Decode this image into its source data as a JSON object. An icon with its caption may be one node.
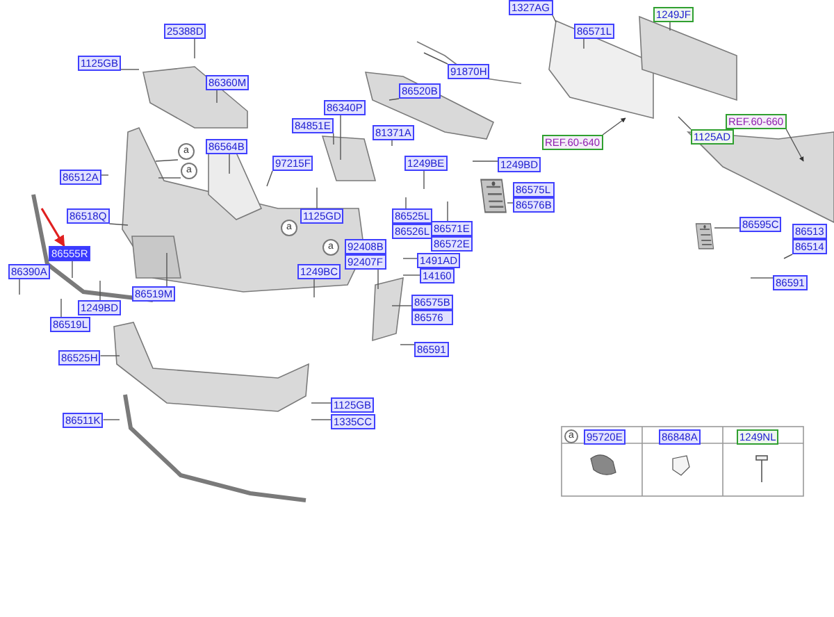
{
  "diagram": {
    "nodes": [
      {
        "text": [
          "1327AG"
        ]
      },
      {
        "text": [
          "1249JF"
        ]
      },
      {
        "text": [
          "25388D"
        ]
      },
      {
        "text": [
          "1125GB"
        ]
      },
      {
        "text": [
          "86571L"
        ]
      },
      {
        "text": [
          "91870H"
        ]
      },
      {
        "text": [
          "86360M"
        ]
      },
      {
        "text": [
          "86520B"
        ]
      },
      {
        "text": [
          "86340P"
        ]
      },
      {
        "text": [
          "84851E"
        ]
      },
      {
        "text": [
          "81371A"
        ]
      },
      {
        "text": [
          "REF.60-640"
        ]
      },
      {
        "text": [
          "REF.60-660"
        ]
      },
      {
        "text": [
          "1125AD"
        ]
      },
      {
        "text": [
          "86564B"
        ]
      },
      {
        "text": [
          "a"
        ]
      },
      {
        "text": [
          "a"
        ]
      },
      {
        "text": [
          "86512A"
        ]
      },
      {
        "text": [
          "97215F"
        ]
      },
      {
        "text": [
          "1249BE"
        ]
      },
      {
        "text": [
          "1249BD"
        ]
      },
      {
        "text": [
          "86575L",
          "86576B"
        ]
      },
      {
        "text": [
          "1125GD"
        ]
      },
      {
        "text": [
          "86518Q"
        ]
      },
      {
        "text": [
          "86525L",
          "86526L"
        ]
      },
      {
        "text": [
          "86571E",
          "86572E"
        ]
      },
      {
        "text": [
          "86595C"
        ]
      },
      {
        "text": [
          "86513",
          "86514"
        ]
      },
      {
        "text": [
          "a"
        ]
      },
      {
        "text": [
          "86555R"
        ]
      },
      {
        "text": [
          "a"
        ]
      },
      {
        "text": [
          "92408B",
          "92407F"
        ]
      },
      {
        "text": [
          "1249BC"
        ]
      },
      {
        "text": [
          "1491AD"
        ]
      },
      {
        "text": [
          "14160"
        ]
      },
      {
        "text": [
          "86390A"
        ]
      },
      {
        "text": [
          "86591"
        ]
      },
      {
        "text": [
          "86519M"
        ]
      },
      {
        "text": [
          "1249BD"
        ]
      },
      {
        "text": [
          "86575B",
          "86576"
        ]
      },
      {
        "text": [
          "86519L"
        ]
      },
      {
        "text": [
          "86591"
        ]
      },
      {
        "text": [
          "86525H"
        ]
      },
      {
        "text": [
          "1125GB"
        ]
      },
      {
        "text": [
          "1335CC"
        ]
      },
      {
        "text": [
          "86511K"
        ]
      },
      {
        "text": [
          "95720E"
        ]
      },
      {
        "text": [
          "86848A"
        ]
      },
      {
        "text": [
          "1249NL"
        ]
      },
      {
        "text": [],
        "shape": "picture"
      },
      {
        "text": [],
        "shape": "picture"
      }
    ],
    "edges": [
      {
        "from": 0,
        "to": null,
        "arrow": "none"
      },
      {
        "from": 1,
        "to": null,
        "arrow": "none"
      },
      {
        "from": 2,
        "to": null,
        "arrow": "none"
      },
      {
        "from": 3,
        "to": null,
        "arrow": "none"
      },
      {
        "from": 4,
        "to": null,
        "arrow": "none"
      },
      {
        "from": 5,
        "to": null,
        "arrow": "none"
      },
      {
        "from": 6,
        "to": null,
        "arrow": "none"
      },
      {
        "from": 7,
        "to": null,
        "arrow": "none"
      },
      {
        "from": 8,
        "to": null,
        "arrow": "none"
      },
      {
        "from": 9,
        "to": null,
        "arrow": "none"
      },
      {
        "from": 10,
        "to": null,
        "arrow": "none"
      },
      {
        "from": 11,
        "to": null,
        "arrow": "to"
      },
      {
        "from": 12,
        "to": null,
        "arrow": "to"
      },
      {
        "from": 13,
        "to": null,
        "arrow": "none"
      },
      {
        "from": 14,
        "to": null,
        "arrow": "none"
      },
      {
        "from": 15,
        "to": null,
        "arrow": "none"
      },
      {
        "from": 16,
        "to": null,
        "arrow": "none"
      },
      {
        "from": 17,
        "to": null,
        "arrow": "none"
      },
      {
        "from": 18,
        "to": null,
        "arrow": "none"
      },
      {
        "from": 19,
        "to": null,
        "arrow": "none"
      },
      {
        "from": 20,
        "to": null,
        "arrow": "none"
      },
      {
        "from": 21,
        "to": 49,
        "arrow": "none"
      },
      {
        "from": 22,
        "to": null,
        "arrow": "none"
      },
      {
        "from": 23,
        "to": null,
        "arrow": "none"
      },
      {
        "from": 24,
        "to": null,
        "arrow": "none"
      },
      {
        "from": 25,
        "to": null,
        "arrow": "none"
      },
      {
        "from": 26,
        "to": 50,
        "arrow": "none"
      },
      {
        "from": 27,
        "to": null,
        "arrow": "none"
      },
      {
        "from": 29,
        "to": null,
        "arrow": "none"
      },
      {
        "from": null,
        "to": 29,
        "arrow": "to",
        "color": "#e02020"
      },
      {
        "from": 31,
        "to": null,
        "arrow": "none"
      },
      {
        "from": 32,
        "to": null,
        "arrow": "none"
      },
      {
        "from": 33,
        "to": null,
        "arrow": "none"
      },
      {
        "from": 34,
        "to": null,
        "arrow": "none"
      },
      {
        "from": 35,
        "to": null,
        "arrow": "none"
      },
      {
        "from": 36,
        "to": null,
        "arrow": "none"
      },
      {
        "from": 37,
        "to": null,
        "arrow": "none"
      },
      {
        "from": 38,
        "to": null,
        "arrow": "none"
      },
      {
        "from": 39,
        "to": null,
        "arrow": "none"
      },
      {
        "from": 40,
        "to": null,
        "arrow": "none"
      },
      {
        "from": 41,
        "to": null,
        "arrow": "none"
      },
      {
        "from": 42,
        "to": null,
        "arrow": "none"
      },
      {
        "from": 43,
        "to": null,
        "arrow": "none"
      },
      {
        "from": 44,
        "to": null,
        "arrow": "none"
      },
      {
        "from": 45,
        "to": null,
        "arrow": "none"
      }
    ],
    "labels": [
      "a"
    ]
  }
}
